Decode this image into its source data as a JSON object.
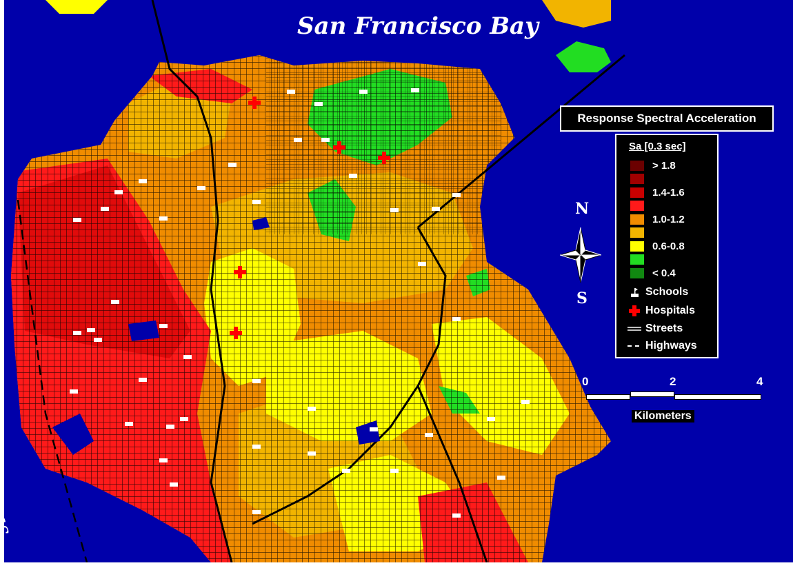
{
  "map": {
    "bay_label": "San Francisco Bay",
    "fault_label": "dreas",
    "colors": {
      "water": "#0000aa",
      "gt_1_8": "#6b0000",
      "c_1_6_1_8": "#a00000",
      "c_1_4_1_6": "#c80000",
      "c_1_2_1_4": "#ff1a1a",
      "c_1_0_1_2": "#f08c00",
      "c_0_8_1_0": "#f2b400",
      "c_0_6_0_8": "#ffff00",
      "c_0_4_0_6": "#22dd22",
      "lt_0_4": "#118811",
      "streets": "#000000"
    }
  },
  "legend": {
    "title": "Response Spectral Acceleration",
    "subtitle": "Sa [0.3 sec]",
    "classes": [
      {
        "label": "> 1.8",
        "color": "#6b0000"
      },
      {
        "label": "",
        "color": "#a00000"
      },
      {
        "label": "1.4-1.6",
        "color": "#c80000"
      },
      {
        "label": "",
        "color": "#ff1a1a"
      },
      {
        "label": "1.0-1.2",
        "color": "#f08c00"
      },
      {
        "label": "",
        "color": "#f2b400"
      },
      {
        "label": "0.6-0.8",
        "color": "#ffff00"
      },
      {
        "label": "",
        "color": "#22dd22"
      },
      {
        "label": "< 0.4",
        "color": "#118811"
      }
    ],
    "symbols": {
      "schools": "Schools",
      "hospitals": "Hospitals",
      "streets": "Streets",
      "highways": "Highways"
    },
    "icons": {
      "schools": "school-flag-icon",
      "hospitals": "red-cross-icon",
      "streets": "double-line-icon",
      "highways": "dashed-line-icon"
    }
  },
  "compass": {
    "north": "N",
    "south": "S"
  },
  "scale": {
    "ticks": [
      "0",
      "2",
      "4"
    ],
    "unit": "Kilometers"
  }
}
